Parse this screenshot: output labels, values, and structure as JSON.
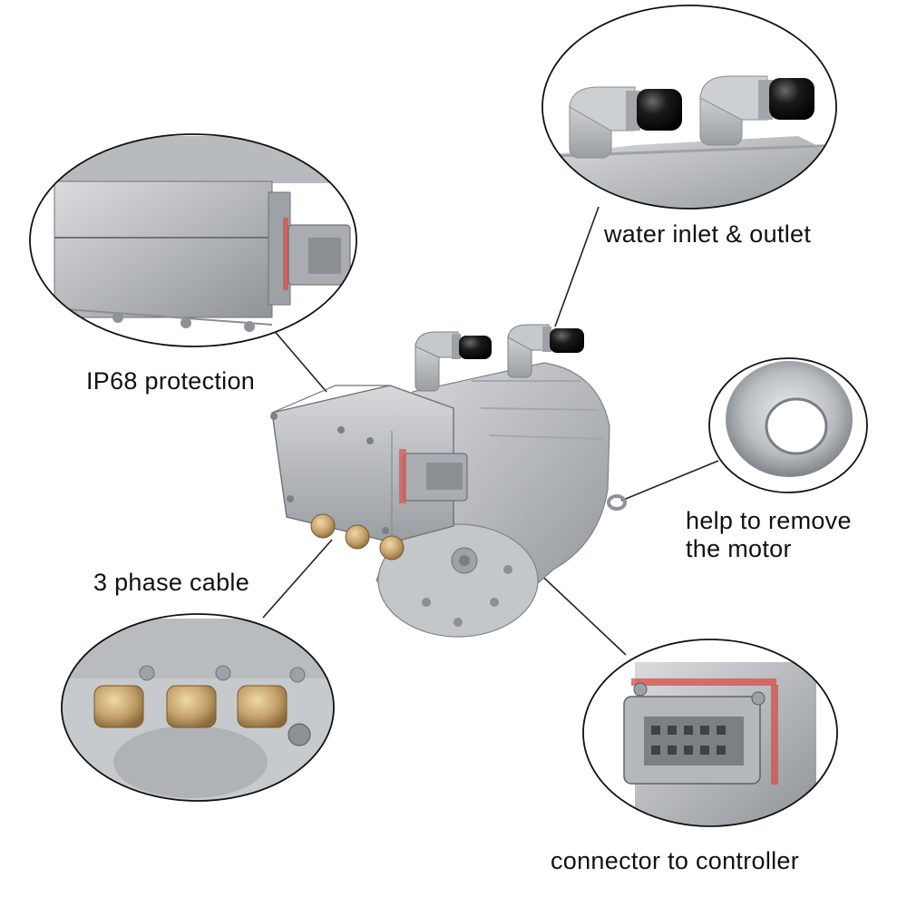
{
  "callouts": {
    "ip68": {
      "label": "IP68 protection"
    },
    "water": {
      "label": "water inlet & outlet"
    },
    "lifting_ring": {
      "label_line1": "help to remove",
      "label_line2": "the motor"
    },
    "cable": {
      "label": "3 phase cable"
    },
    "connector": {
      "label": "connector to controller"
    }
  },
  "colors": {
    "leader_line": "#222222",
    "callout_border": "#111111",
    "metal": "#b9bcbf",
    "metal_dark": "#8e9296",
    "cap": "#111111",
    "brass": "#b8935a",
    "gasket": "#d9534f"
  }
}
